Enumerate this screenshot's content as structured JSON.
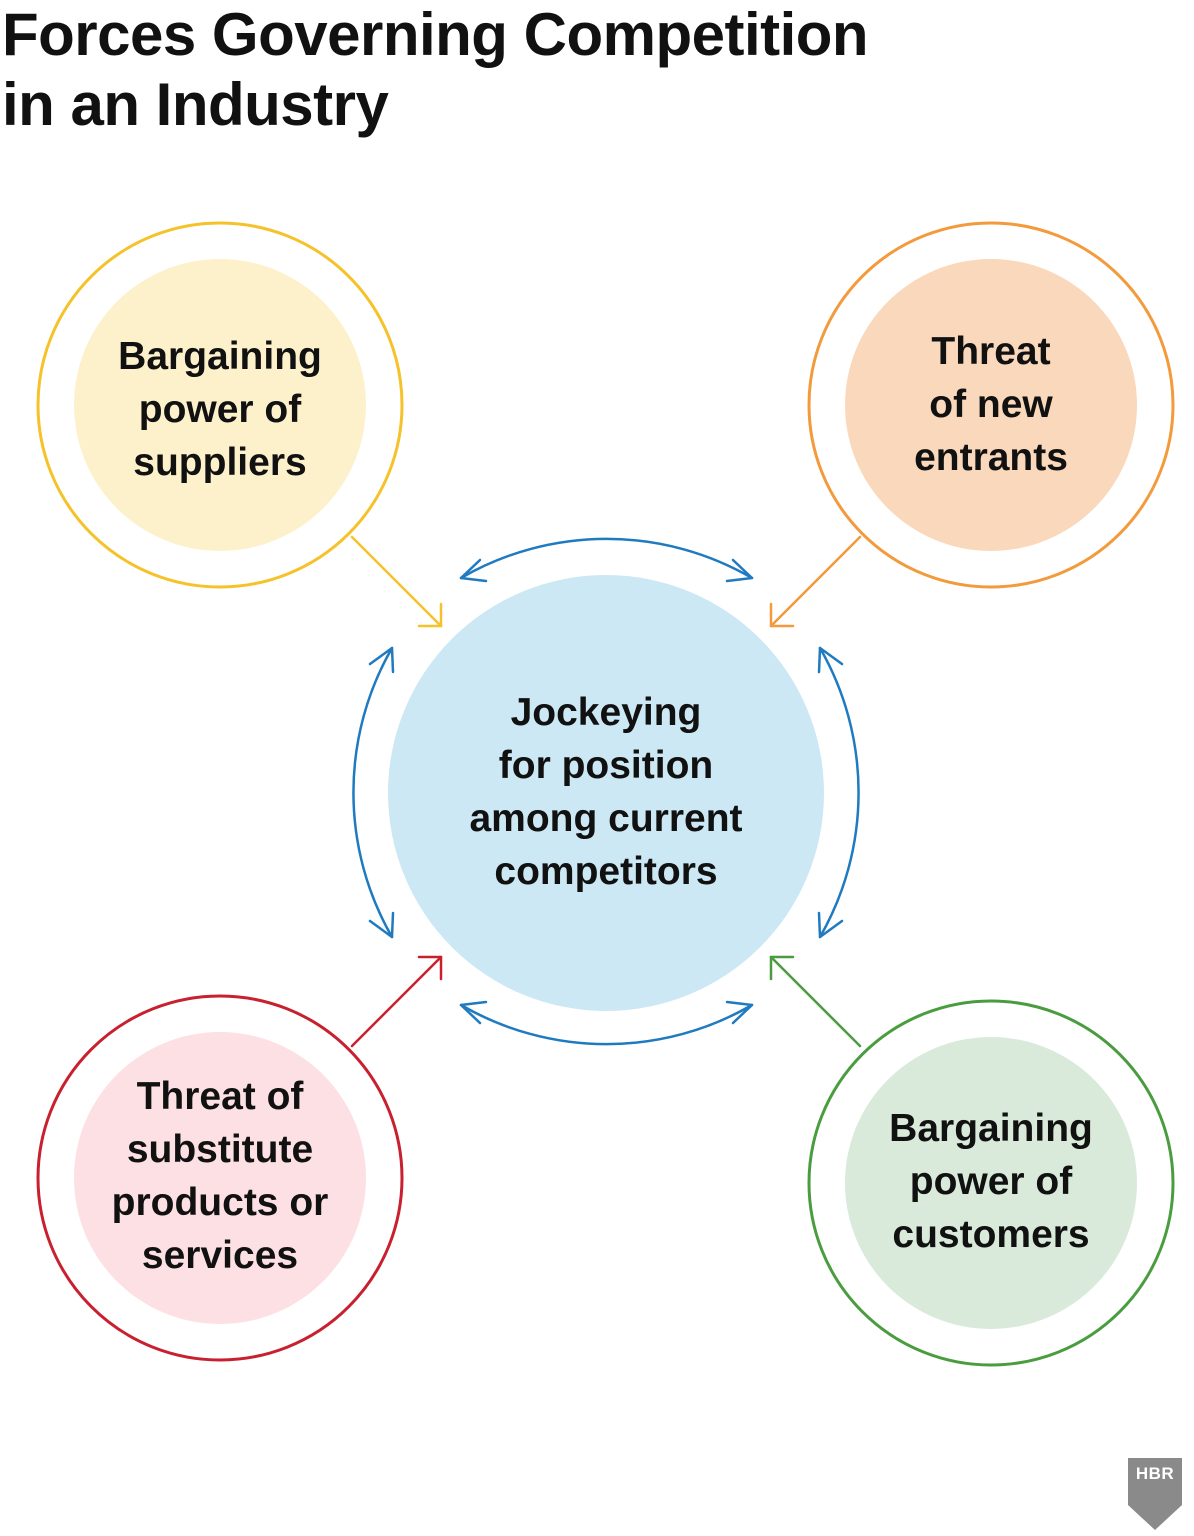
{
  "title": {
    "line1": "Forces Governing Competition",
    "line2": "in an Industry"
  },
  "center": {
    "lines": [
      "Jockeying",
      "for position",
      "among current",
      "competitors"
    ],
    "fill": "#cce8f4",
    "arrow_color": "#1f7ac0"
  },
  "forces": {
    "suppliers": {
      "lines": [
        "Bargaining",
        "power of",
        "suppliers"
      ],
      "ring_color": "#f5c22a",
      "fill": "#fdf1cc"
    },
    "entrants": {
      "lines": [
        "Threat",
        "of new",
        "entrants"
      ],
      "ring_color": "#f39a3c",
      "fill": "#f9d8bb"
    },
    "substitutes": {
      "lines": [
        "Threat of",
        "substitute",
        "products or",
        "services"
      ],
      "ring_color": "#c8202e",
      "fill": "#fde0e3"
    },
    "customers": {
      "lines": [
        "Bargaining",
        "power of",
        "customers"
      ],
      "ring_color": "#4a9d3f",
      "fill": "#d9eadb"
    }
  },
  "logo": {
    "text": "HBR",
    "color": "#8a8a8a"
  }
}
